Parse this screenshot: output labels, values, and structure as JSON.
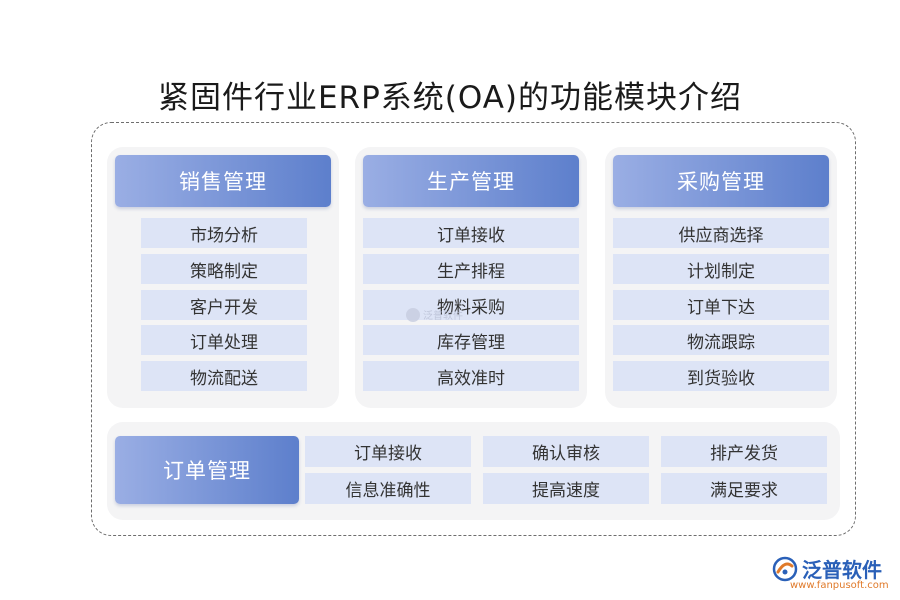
{
  "title": "紧固件行业ERP系统(OA)的功能模块介绍",
  "modules": [
    {
      "label": "销售管理",
      "items": [
        "市场分析",
        "策略制定",
        "客户开发",
        "订单处理",
        "物流配送"
      ]
    },
    {
      "label": "生产管理",
      "items": [
        "订单接收",
        "生产排程",
        "物料采购",
        "库存管理",
        "高效准时"
      ]
    },
    {
      "label": "采购管理",
      "items": [
        "供应商选择",
        "计划制定",
        "订单下达",
        "物流跟踪",
        "到货验收"
      ]
    }
  ],
  "order": {
    "label": "订单管理",
    "items": [
      "订单接收",
      "确认审核",
      "排产发货",
      "信息准确性",
      "提高速度",
      "满足要求"
    ]
  },
  "watermark": "泛普软件",
  "brand": {
    "name": "泛普软件",
    "url": "www.fanpusoft.com",
    "icon": "fanpu-logo-icon"
  },
  "colors": {
    "header_start": "#9aaee4",
    "header_end": "#5d7fcc",
    "item_bg": "#dde4f6",
    "panel_bg": "#f4f4f5"
  }
}
